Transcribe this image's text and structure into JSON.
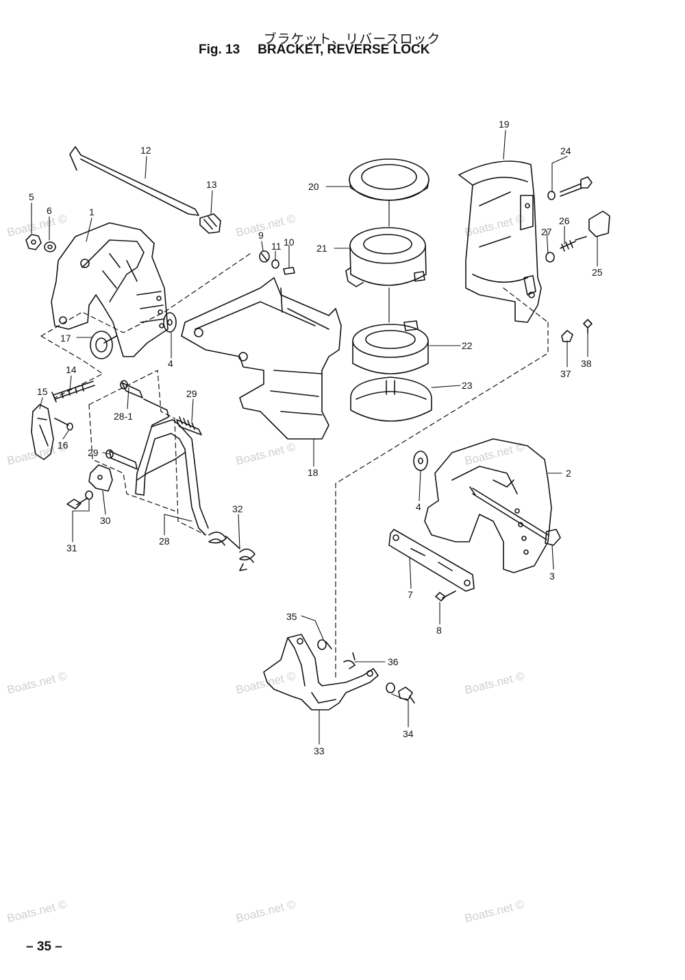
{
  "header": {
    "title_jp": "ブラケット、リバースロック",
    "fig_label": "Fig. 13",
    "title_en": "BRACKET, REVERSE LOCK"
  },
  "callouts": {
    "c1": "1",
    "c2": "2",
    "c3": "3",
    "c4a": "4",
    "c4b": "4",
    "c5": "5",
    "c6": "6",
    "c7": "7",
    "c8": "8",
    "c9": "9",
    "c10": "10",
    "c11": "11",
    "c12": "12",
    "c13": "13",
    "c14": "14",
    "c15": "15",
    "c16": "16",
    "c17": "17",
    "c18": "18",
    "c19": "19",
    "c20": "20",
    "c21": "21",
    "c22": "22",
    "c23": "23",
    "c24": "24",
    "c25": "25",
    "c26": "26",
    "c27": "27",
    "c28": "28",
    "c28_1": "28-1",
    "c29a": "29",
    "c29b": "29",
    "c30": "30",
    "c31": "31",
    "c32": "32",
    "c33": "33",
    "c34": "34",
    "c35": "35",
    "c36": "36",
    "c37": "37",
    "c38": "38"
  },
  "watermark": "Boats.net ©",
  "footer": {
    "page_number": "– 35 –"
  },
  "colors": {
    "ink": "#111111",
    "watermark": "#cfcfcf",
    "background": "#ffffff"
  }
}
